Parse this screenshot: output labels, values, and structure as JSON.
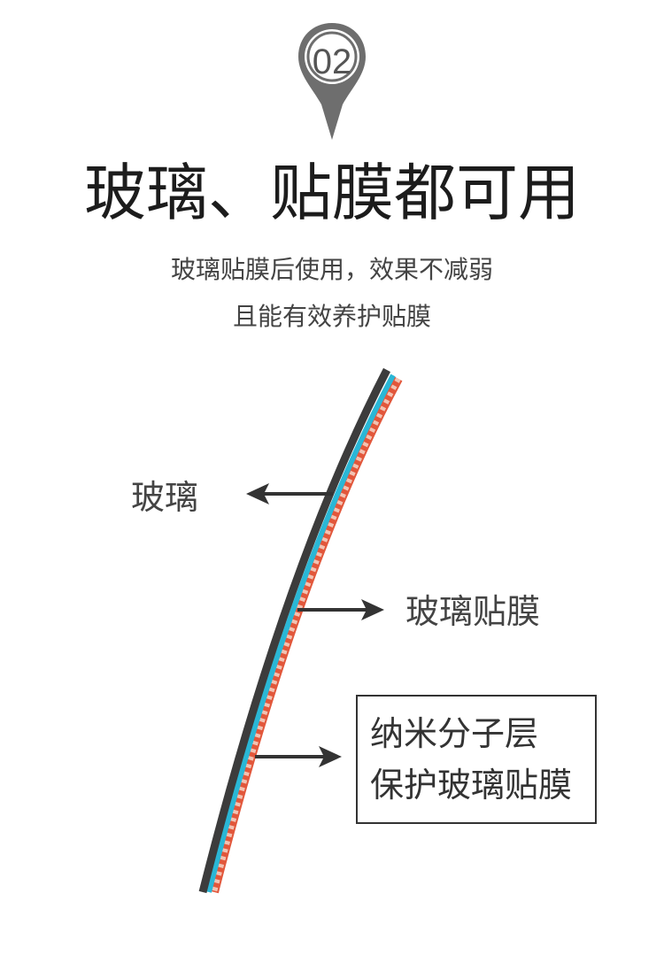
{
  "badge": {
    "number": "02",
    "icon": "map-pin-icon",
    "color": "#6e6e6e"
  },
  "headline": "玻璃、贴膜都可用",
  "subtitle": {
    "line1": "玻璃贴膜后使用，效果不减弱",
    "line2": "且能有效养护贴膜"
  },
  "diagram": {
    "label_glass": "玻璃",
    "label_film": "玻璃贴膜",
    "note": {
      "line1": "纳米分子层",
      "line2": "保护玻璃贴膜"
    },
    "colors": {
      "glass": "#3c3c3c",
      "film": "#2ab7d6",
      "nano_layer": "#e2573b",
      "arrow": "#333333"
    }
  }
}
